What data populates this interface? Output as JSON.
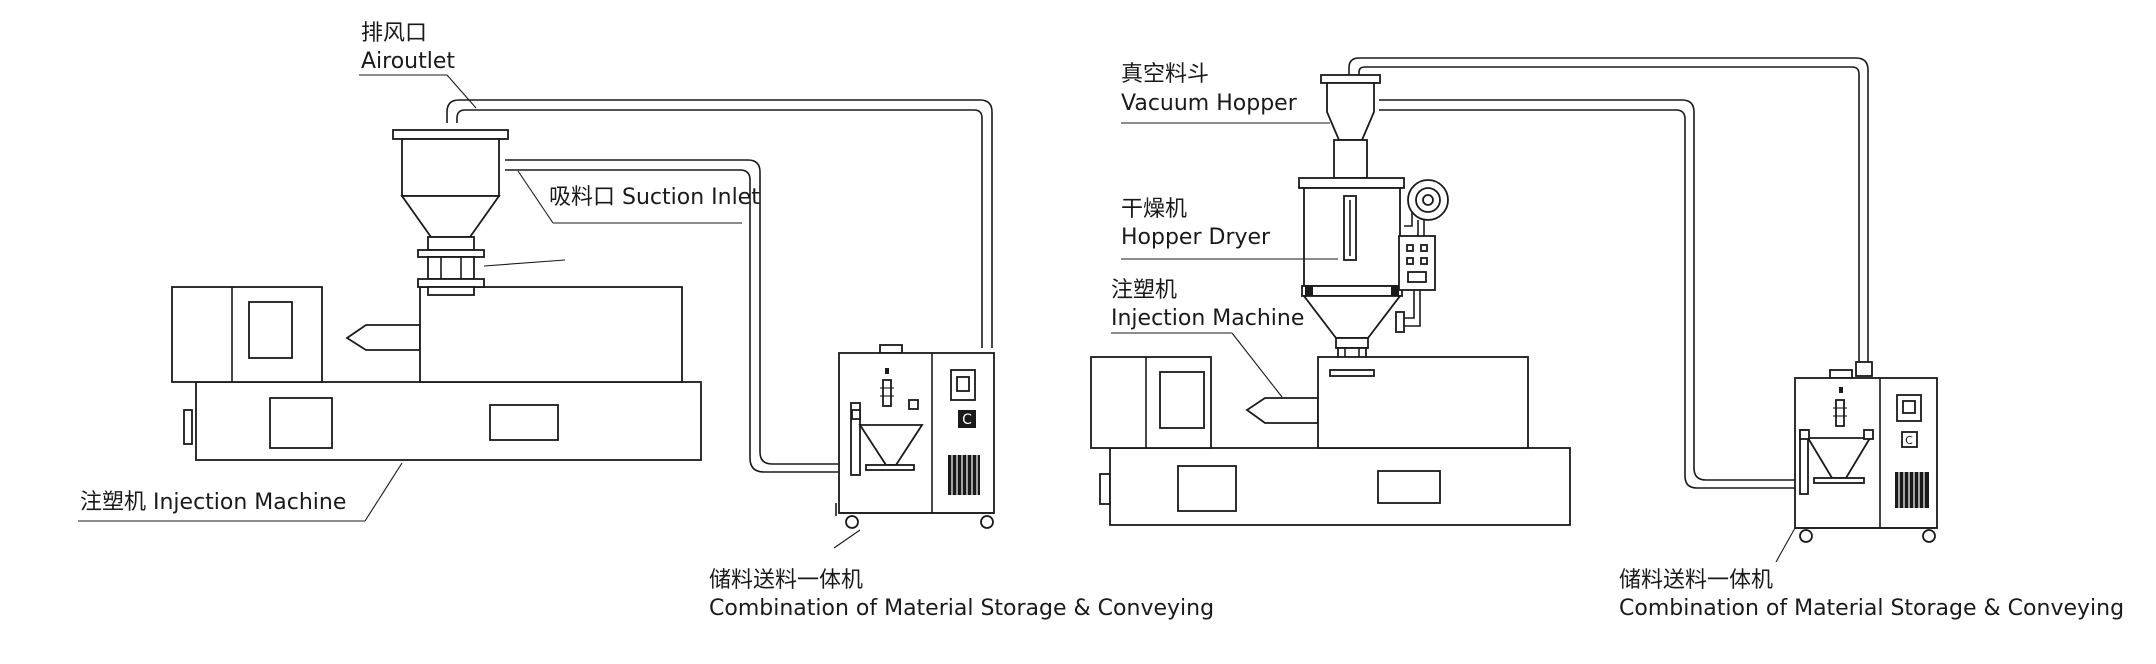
{
  "left_diagram": {
    "air_outlet": {
      "zh": "排风口",
      "en": "Airoutlet"
    },
    "suction_inlet": "吸料口 Suction Inlet",
    "injection_machine": "注塑机 Injection Machine",
    "combination": {
      "zh": "储料送料一体机",
      "en": "Combination of Material Storage & Conveying"
    },
    "unit_badge": "C"
  },
  "right_diagram": {
    "vacuum_hopper": {
      "zh": "真空料斗",
      "en": "Vacuum Hopper"
    },
    "hopper_dryer": {
      "zh": "干燥机",
      "en": "Hopper Dryer"
    },
    "injection_machine": {
      "zh": "注塑机",
      "en": "Injection Machine"
    },
    "combination": {
      "zh": "储料送料一体机",
      "en": "Combination of Material Storage & Conveying"
    },
    "unit_badge": "C"
  },
  "colors": {
    "line": "#1a1a1a",
    "background": "#ffffff"
  }
}
